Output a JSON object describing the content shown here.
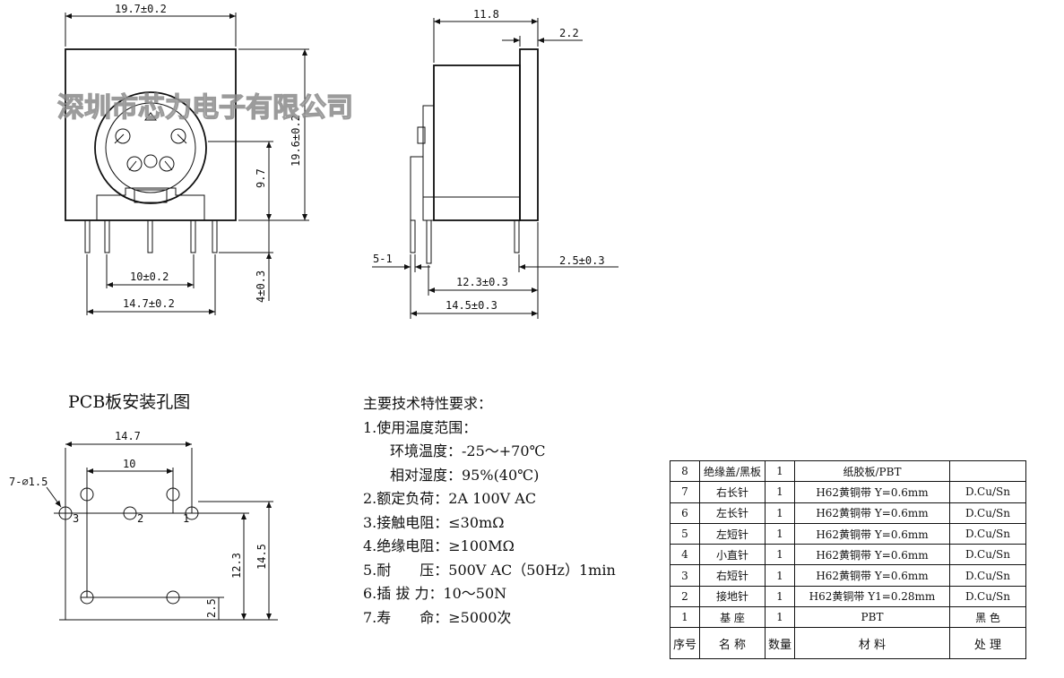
{
  "watermark": "深圳市芯力电子有限公司",
  "front_view": {
    "dims": {
      "width": "19.7±0.2",
      "height": "19.6±0.2",
      "center_height": "9.7",
      "pin_length": "4±0.3",
      "pin_pitch_inner": "10±0.2",
      "pin_pitch_outer": "14.7±0.2"
    }
  },
  "side_view": {
    "dims": {
      "depth": "11.8",
      "flange": "2.2",
      "pin_offset": "5-1",
      "pin_tol": "2.5±0.3",
      "pin_span": "12.3±0.3",
      "overall": "14.5±0.3"
    }
  },
  "pcb_layout": {
    "title": "PCB板安装孔图",
    "dims": {
      "outer": "14.7",
      "inner": "10",
      "hole": "7-⌀1.5",
      "v_span": "12.3",
      "v_total": "14.5",
      "v_small": "2.5"
    },
    "pin_labels": [
      "3",
      "2",
      "1"
    ]
  },
  "requirements": {
    "heading": "主要技术特性要求：",
    "lines": [
      "1.使用温度范围：",
      "环境温度：-25～+70℃",
      "相对湿度：95%(40℃)",
      "2.额定负荷：2A 100V AC",
      "3.接触电阻：≤30mΩ",
      "4.绝缘电阻：≥100MΩ",
      "5.耐　　压：500V AC（50Hz）1min",
      "6.插 拔 力：10～50N",
      "7.寿　　命：≥5000次"
    ]
  },
  "bom": {
    "rows": [
      {
        "no": "8",
        "name": "绝缘盖/黑板",
        "qty": "1",
        "material": "纸胶板/PBT",
        "finish": ""
      },
      {
        "no": "7",
        "name": "右长针",
        "qty": "1",
        "material": "H62黄铜带 Y=0.6mm",
        "finish": "D.Cu/Sn"
      },
      {
        "no": "6",
        "name": "左长针",
        "qty": "1",
        "material": "H62黄铜带 Y=0.6mm",
        "finish": "D.Cu/Sn"
      },
      {
        "no": "5",
        "name": "左短针",
        "qty": "1",
        "material": "H62黄铜带 Y=0.6mm",
        "finish": "D.Cu/Sn"
      },
      {
        "no": "4",
        "name": "小直针",
        "qty": "1",
        "material": "H62黄铜带 Y=0.6mm",
        "finish": "D.Cu/Sn"
      },
      {
        "no": "3",
        "name": "右短针",
        "qty": "1",
        "material": "H62黄铜带 Y=0.6mm",
        "finish": "D.Cu/Sn"
      },
      {
        "no": "2",
        "name": "接地针",
        "qty": "1",
        "material": "H62黄铜带 Y1=0.28mm",
        "finish": "D.Cu/Sn"
      },
      {
        "no": "1",
        "name": "基 座",
        "qty": "1",
        "material": "PBT",
        "finish": "黑 色"
      }
    ],
    "header": {
      "no": "序号",
      "name": "名 称",
      "qty": "数量",
      "material": "材 料",
      "finish": "处 理"
    }
  }
}
